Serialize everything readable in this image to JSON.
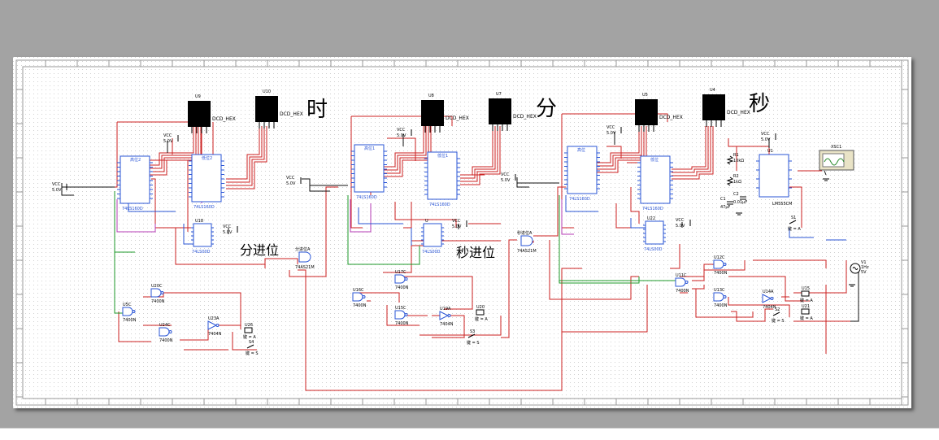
{
  "titles": {
    "hour": "时",
    "minute": "分",
    "second": "秒"
  },
  "carry_labels": {
    "minute_carry": "分进位",
    "second_carry": "秒进位"
  },
  "displays": [
    {
      "ref": "U9",
      "type": "DCD_HEX"
    },
    {
      "ref": "U10",
      "type": "DCD_HEX"
    },
    {
      "ref": "U8",
      "type": "DCD_HEX"
    },
    {
      "ref": "U7",
      "type": "DCD_HEX"
    },
    {
      "ref": "U5",
      "type": "DCD_HEX"
    },
    {
      "ref": "U4",
      "type": "DCD_HEX"
    }
  ],
  "counters": [
    {
      "ref": "高位2",
      "part": "74LS160D"
    },
    {
      "ref": "低位2",
      "part": "74LS160D"
    },
    {
      "ref": "高位1",
      "part": "74LS160D"
    },
    {
      "ref": "低位1",
      "part": "74LS160D"
    },
    {
      "ref": "高位",
      "part": "74LS160D"
    },
    {
      "ref": "低位",
      "part": "74LS160D"
    }
  ],
  "nand_chips": [
    {
      "ref": "U18",
      "part": "74LS00D"
    },
    {
      "ref": "U",
      "part": "74LS00D"
    },
    {
      "ref": "U22",
      "part": "74LS00D"
    }
  ],
  "vcc": {
    "label": "VCC",
    "value": "5.0V"
  },
  "carry_gates": [
    {
      "ref": "分进位A",
      "part": "74AS21M"
    },
    {
      "ref": "秒进位A",
      "part": "74AS21M"
    }
  ],
  "timer": {
    "ref": "U1",
    "part": "LM555CM"
  },
  "oscilloscope": {
    "ref": "XSC1"
  },
  "source": {
    "ref": "V1",
    "freq": "1Hz",
    "amp": "5V"
  },
  "resistors": [
    {
      "ref": "R1",
      "value": "10kΩ"
    },
    {
      "ref": "R2",
      "value": "1kΩ"
    }
  ],
  "capacitors": [
    {
      "ref": "C1",
      "value": "47µF"
    },
    {
      "ref": "C2",
      "value": "0.01µF"
    }
  ],
  "gates": [
    {
      "ref": "U20C",
      "part": "7400N"
    },
    {
      "ref": "U5C",
      "part": "7400N"
    },
    {
      "ref": "U24C",
      "part": "7400N"
    },
    {
      "ref": "U23A",
      "part": "7404N"
    },
    {
      "ref": "U17C",
      "part": "7400N"
    },
    {
      "ref": "U16C",
      "part": "7400N"
    },
    {
      "ref": "U15C",
      "part": "7400N"
    },
    {
      "ref": "U19A",
      "part": "7404N"
    },
    {
      "ref": "U11C",
      "part": "7400N"
    },
    {
      "ref": "U12C",
      "part": "7400N"
    },
    {
      "ref": "U13C",
      "part": "7400N"
    },
    {
      "ref": "U14A",
      "part": "7404N"
    }
  ],
  "probes": [
    {
      "ref": "U26",
      "key": "键 = A"
    },
    {
      "ref": "U20",
      "key": "键 = A"
    },
    {
      "ref": "U15",
      "key": "键 = A"
    },
    {
      "ref": "U21",
      "key": "键 = A"
    }
  ],
  "switches": [
    {
      "ref": "S4",
      "key": "键 = S"
    },
    {
      "ref": "S3",
      "key": "键 = S"
    },
    {
      "ref": "S1",
      "key": "键 = A"
    },
    {
      "ref": "S2",
      "key": "键 = S"
    }
  ]
}
